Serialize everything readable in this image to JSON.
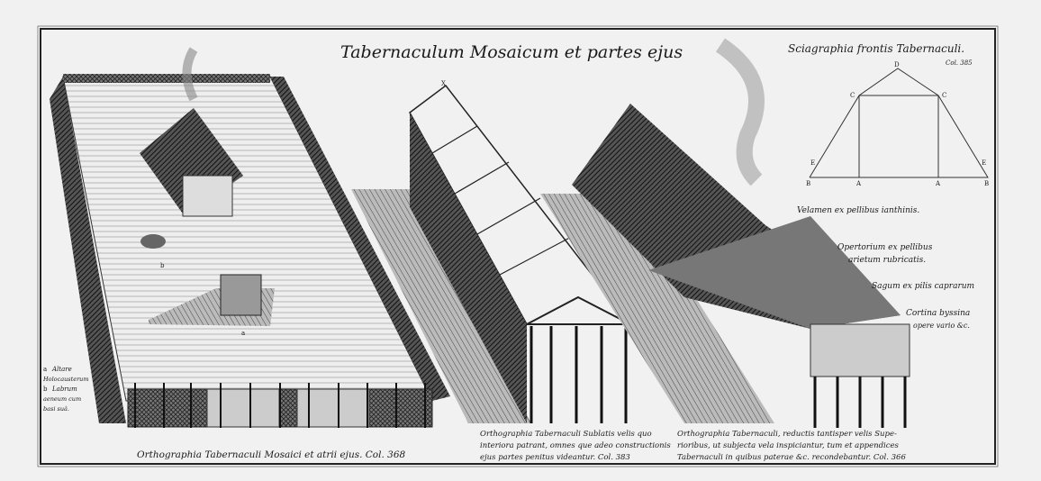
{
  "plate": {
    "title": "Tabernaculum Mosaicum et partes ejus",
    "ink_color": "#1a1a1a",
    "paper_color": "#f1f1f1"
  },
  "sciagraphia": {
    "title": "Sciagraphia frontis Tabernaculi.",
    "ref": "Col. 385",
    "points": [
      "D",
      "C",
      "C",
      "E",
      "E",
      "B",
      "A",
      "A",
      "B"
    ]
  },
  "layer_labels": [
    "Velamen ex pellibus ianthinis.",
    "Opertorium ex pellibus",
    "arietum rubricatis.",
    "Sagum ex pilis caprarum",
    "Cortina byssina",
    "opere vario &c."
  ],
  "legend": {
    "a_key": "a",
    "a_text_1": "Altare",
    "a_text_2": "Holocausterum",
    "b_key": "b",
    "b_text_1": "Labrum",
    "b_text_2": "aeneum cum",
    "b_text_3": "basi suâ."
  },
  "figure_marks": {
    "a": "a",
    "b": "b",
    "x": "X"
  },
  "captions": {
    "left": "Orthographia Tabernaculi Mosaici et atrii ejus. Col. 368",
    "middle": [
      "Orthographia Tabernaculi Sublatis velis quo",
      "interiora patrant, omnes que adeo constructionis",
      "ejus partes penitus videantur. Col. 383"
    ],
    "right": [
      "Orthographia Tabernaculi, reductis tantisper velis Supe-",
      "rioribus, ut subjecta vela inspiciantur, tum et appendices",
      "Tabernaculi in quibus paterae &c. recondebantur. Col. 366"
    ]
  }
}
